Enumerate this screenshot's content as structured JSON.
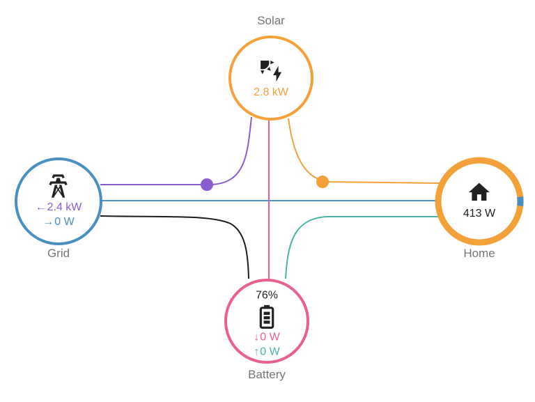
{
  "card": {
    "type": "energy-distribution"
  },
  "colors": {
    "solar": "#f5a13a",
    "grid_consumption": "#488fc2",
    "grid_return": "#8a5cd1",
    "battery_in": "#e8618c",
    "battery_out": "#4ab3a8",
    "grid_to_battery": "#1b1b1b",
    "icon": "#212121",
    "text_primary": "#212121",
    "label": "#757575"
  },
  "nodes": {
    "solar": {
      "label": "Solar",
      "icon": "solar-power-icon",
      "production": "2.8 kW"
    },
    "grid": {
      "label": "Grid",
      "icon": "transmission-tower-icon",
      "to_grid": {
        "arrow": "←",
        "value": "2.4 kW"
      },
      "from_grid": {
        "arrow": "→",
        "value": "0 W"
      }
    },
    "home": {
      "label": "Home",
      "icon": "home-icon",
      "consumption": "413 W"
    },
    "battery": {
      "label": "Battery",
      "icon": "battery-icon",
      "state_of_charge": "76%",
      "to_battery": {
        "arrow": "↓",
        "value": "0 W"
      },
      "from_battery": {
        "arrow": "↑",
        "value": "0 W"
      }
    }
  },
  "flows": [
    {
      "from": "solar",
      "to": "grid",
      "color": "grid_return",
      "active": true
    },
    {
      "from": "solar",
      "to": "home",
      "color": "solar",
      "active": true
    },
    {
      "from": "grid",
      "to": "home",
      "color": "grid_consumption",
      "active": false
    },
    {
      "from": "grid",
      "to": "battery",
      "color": "grid_to_battery",
      "active": false
    },
    {
      "from": "solar",
      "to": "battery",
      "color": "battery_in",
      "active": false
    },
    {
      "from": "battery",
      "to": "home",
      "color": "battery_out",
      "active": false
    }
  ]
}
